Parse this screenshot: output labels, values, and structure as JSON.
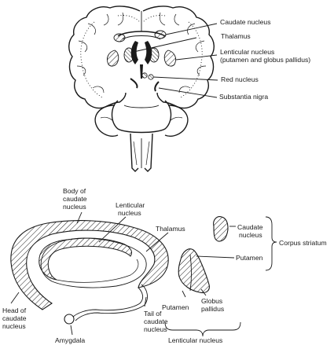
{
  "coronal_section": {
    "labels": {
      "caudate_nucleus": "Caudate nucleus",
      "thalamus": "Thalamus",
      "lenticular_line1": "Lenticular nucleus",
      "lenticular_line2": "(putamen and globus pallidus)",
      "red_nucleus": "Red nucleus",
      "substantia_nigra": "Substantia nigra"
    }
  },
  "lateral_view": {
    "labels": {
      "body_line1": "Body of",
      "body_line2": "caudate",
      "body_line3": "nucleus",
      "lenticular_line1": "Lenticular",
      "lenticular_line2": "nucleus",
      "thalamus": "Thalamus",
      "head_line1": "Head of",
      "head_line2": "caudate",
      "head_line3": "nucleus",
      "tail_line1": "Tail of",
      "tail_line2": "caudate",
      "tail_line3": "nucleus",
      "amygdala": "Amygdala"
    }
  },
  "cross_section": {
    "labels": {
      "caudate_line1": "Caudate",
      "caudate_line2": "nucleus",
      "corpus_striatum": "Corpus striatum",
      "putamen_right": "Putamen",
      "putamen_bottom": "Putamen",
      "globus_line1": "Globus",
      "globus_line2": "pallidus",
      "lenticular_nucleus": "Lenticular nucleus"
    }
  }
}
